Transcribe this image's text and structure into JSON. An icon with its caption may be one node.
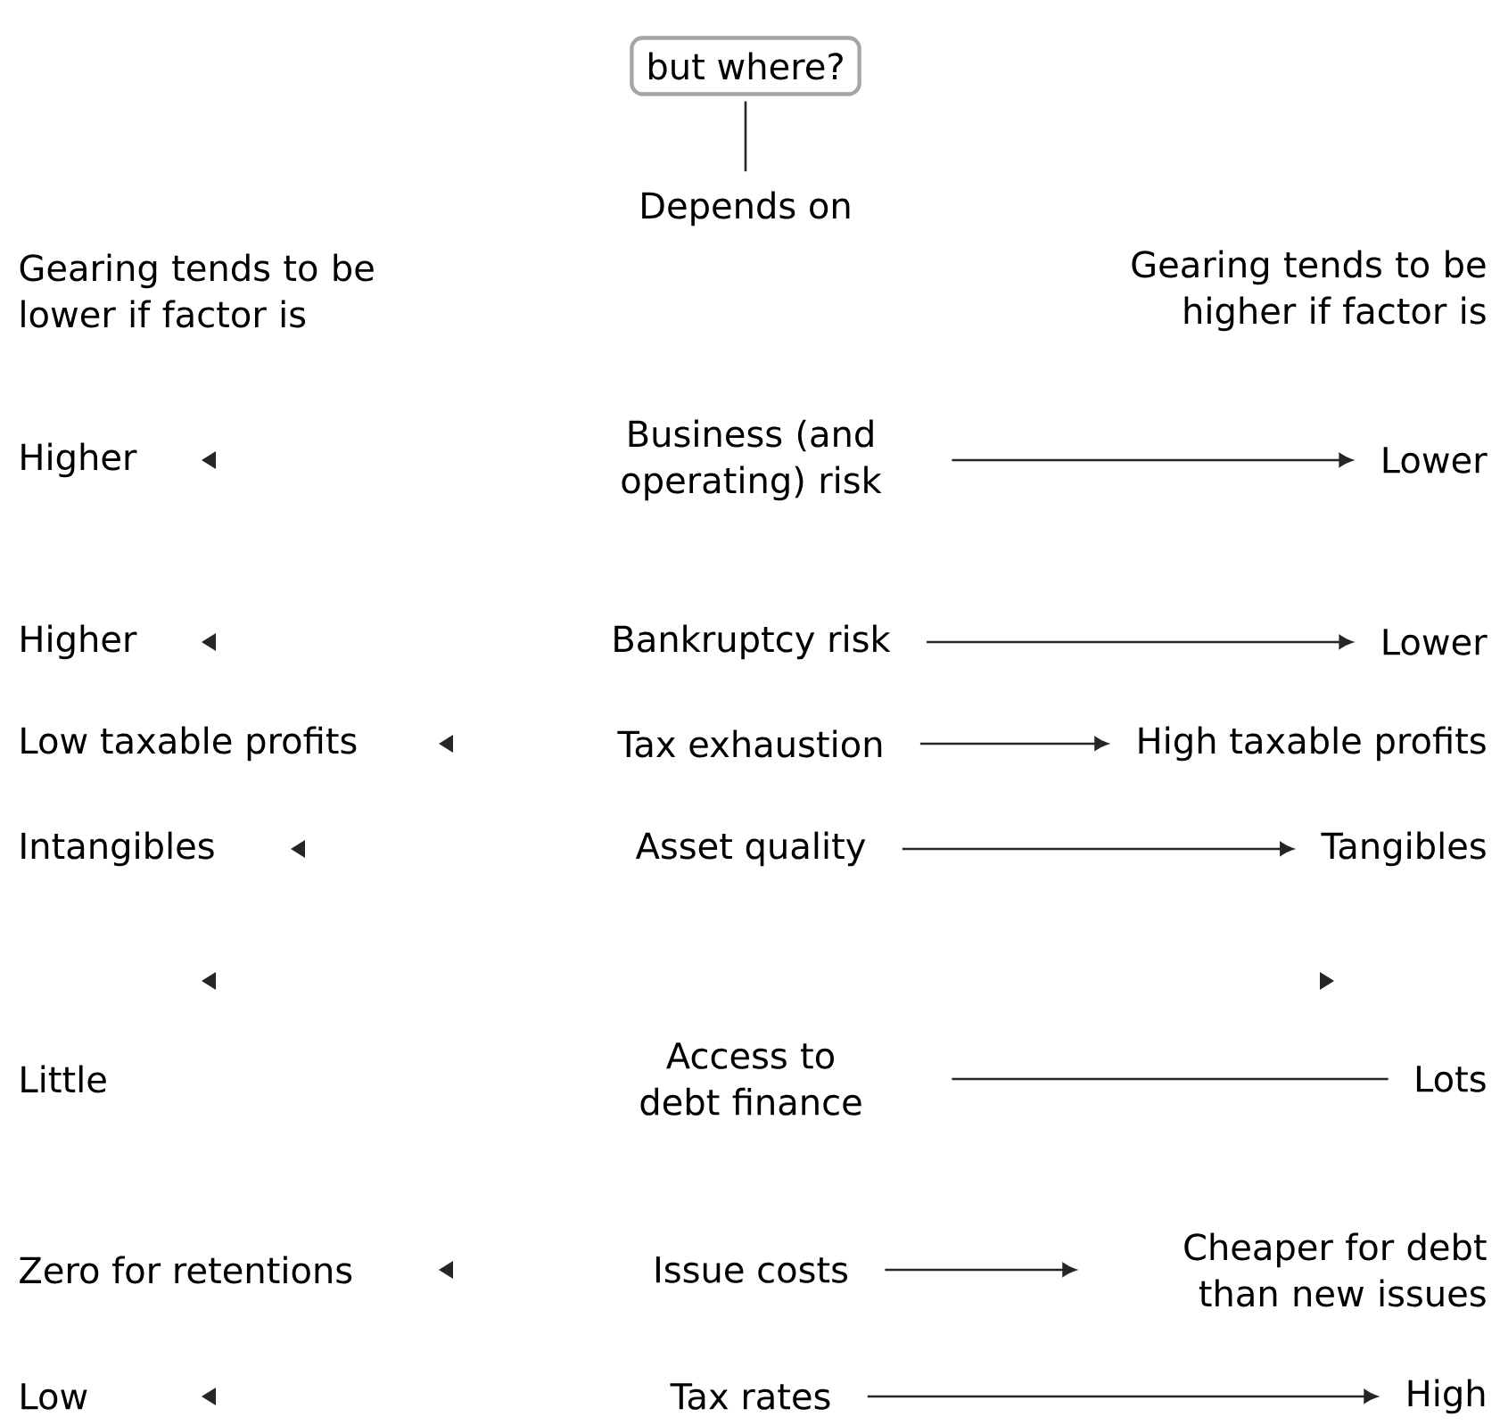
{
  "diagram": {
    "nodes": [
      {
        "text": [
          "but where?"
        ]
      },
      {
        "text": [
          "Depends on"
        ]
      },
      {
        "text": [
          "Gearing tends to be lower if factor is"
        ]
      },
      {
        "text": [
          "Gearing tends to be higher if factor is"
        ]
      },
      {
        "text": [
          "Higher"
        ]
      },
      {
        "text": [
          "Business (and operating) risk"
        ]
      },
      {
        "text": [
          "Lower"
        ]
      },
      {
        "text": [
          "Higher"
        ]
      },
      {
        "text": [
          "Bankruptcy risk"
        ]
      },
      {
        "text": [
          "Lower"
        ]
      },
      {
        "text": [
          "Low taxable profits"
        ]
      },
      {
        "text": [
          "Tax exhaustion"
        ]
      },
      {
        "text": [
          "High taxable profits"
        ]
      },
      {
        "text": [
          "Intangibles"
        ]
      },
      {
        "text": [
          "Asset quality"
        ]
      },
      {
        "text": [
          "Tangibles"
        ]
      },
      {
        "text": [
          "Little"
        ]
      },
      {
        "text": [
          "Access to debt finance"
        ]
      },
      {
        "text": [
          "Lots"
        ]
      },
      {
        "text": [
          "Zero for retentions"
        ]
      },
      {
        "text": [
          "Issue costs"
        ]
      },
      {
        "text": [
          "Cheaper for debt than new issues"
        ]
      },
      {
        "text": [
          "Low"
        ]
      },
      {
        "text": [
          "Tax rates"
        ]
      },
      {
        "text": [
          "High"
        ]
      }
    ],
    "edges": [
      {
        "from": 0,
        "to": 1,
        "arrow": "none"
      },
      {
        "from": 5,
        "to": 6,
        "arrow": "to"
      },
      {
        "from": 8,
        "to": 9,
        "arrow": "to"
      },
      {
        "from": 11,
        "to": 12,
        "arrow": "to"
      },
      {
        "from": 14,
        "to": 15,
        "arrow": "to"
      },
      {
        "from": 17,
        "to": 18,
        "arrow": "none"
      },
      {
        "from": 20,
        "to": 21,
        "arrow": "to"
      },
      {
        "from": 23,
        "to": 24,
        "arrow": "to"
      }
    ]
  }
}
